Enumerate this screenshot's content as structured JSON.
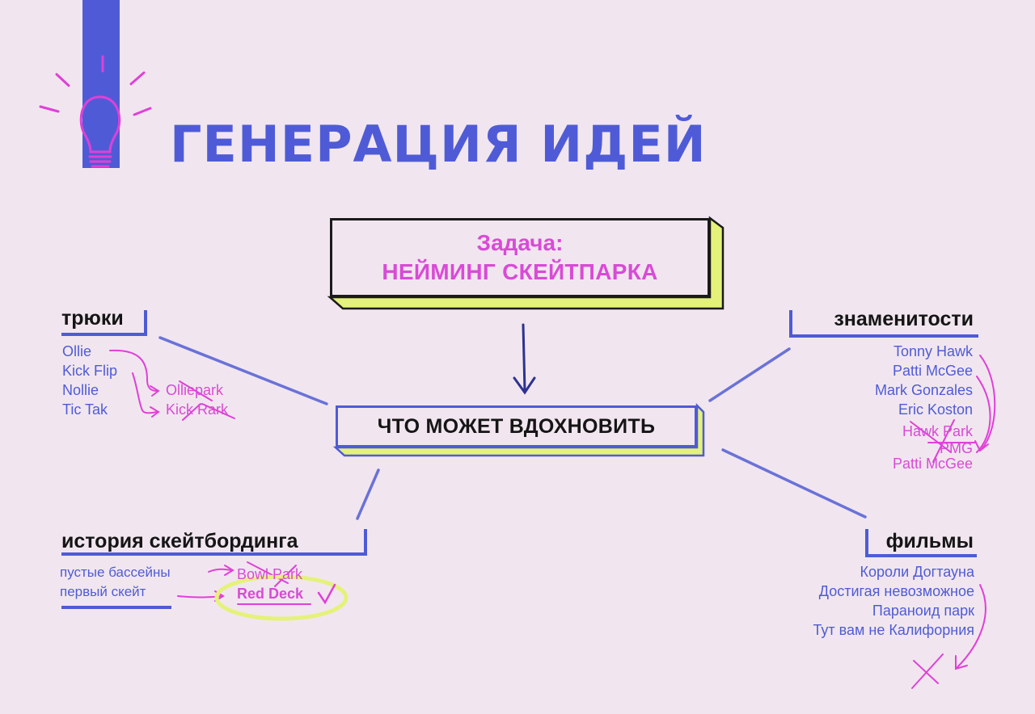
{
  "title": "ГЕНЕРАЦИЯ ИДЕЙ",
  "colors": {
    "background": "#f1e6ef",
    "blue": "#4f5bd6",
    "pink": "#d94ad6",
    "yellow": "#e4f27a",
    "black": "#151515"
  },
  "icons": {
    "lightbulb": "lightbulb-icon",
    "arrow": "arrow-down-icon",
    "checkmark": "checkmark-icon"
  },
  "task": {
    "label": "Задача:",
    "text": "НЕЙМИНГ СКЕЙТПАРКА"
  },
  "center": {
    "label": "ЧТО МОЖЕТ ВДОХНОВИТЬ"
  },
  "tricks": {
    "heading": "трюки",
    "items": [
      "Ollie",
      "Kick Flip",
      "Nollie",
      "Tic Tak"
    ],
    "ideas": [
      "Olliepark",
      "Kick Rark"
    ]
  },
  "celebrities": {
    "heading": "знаменитости",
    "items": [
      "Tonny Hawk",
      "Patti McGee",
      "Mark Gonzales",
      "Eric Koston"
    ],
    "ideas": [
      "Hawk Park",
      "PMG",
      "Patti McGee"
    ]
  },
  "history": {
    "heading": "история скейтбординга",
    "items": [
      "пустые бассейны",
      "первый скейт"
    ],
    "ideas": [
      "Bowl Park",
      "Red Deck"
    ]
  },
  "films": {
    "heading": "фильмы",
    "items": [
      "Короли Догтауна",
      "Достигая невозможное",
      "Параноид парк",
      "Тут вам не Калифорния"
    ]
  }
}
